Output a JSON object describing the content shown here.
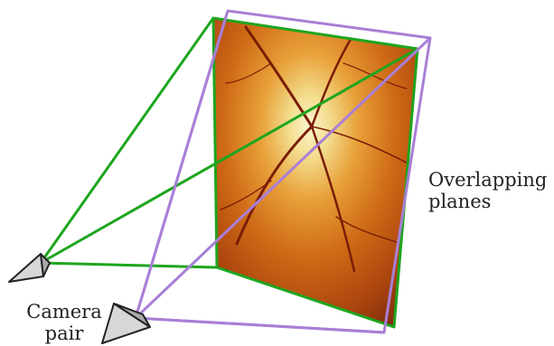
{
  "labels": {
    "planes_line1": "Overlapping",
    "planes_line2": "planes",
    "camera_line1": "Camera",
    "camera_line2": "pair"
  },
  "colors": {
    "plane_a_outline": "#1ea51e",
    "plane_b_outline": "#a97fd6",
    "camera_fill": "#c8c8c8",
    "camera_stroke": "#222222"
  },
  "image": {
    "subject": "retinal fundus photograph (optic disc)"
  }
}
